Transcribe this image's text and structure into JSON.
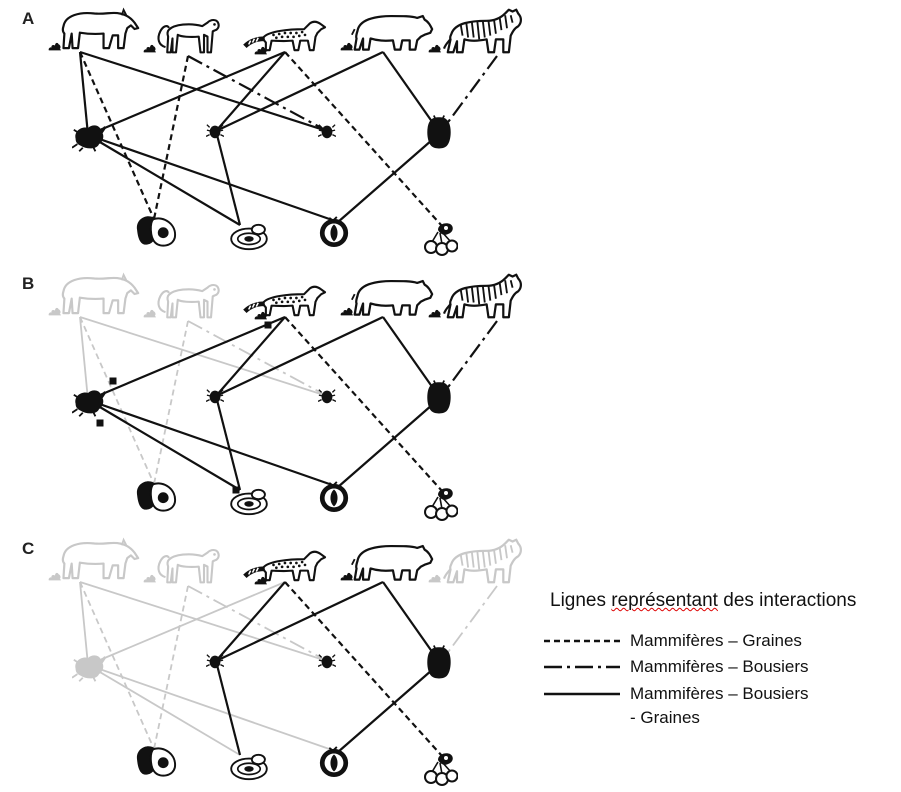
{
  "panels": [
    {
      "letter": "A",
      "faded_nodes": [],
      "active_links": "all"
    },
    {
      "letter": "B",
      "faded_nodes": [
        "tapir",
        "monkey"
      ],
      "active_links": "non-faded"
    },
    {
      "letter": "C",
      "faded_nodes": [
        "tapir",
        "monkey",
        "tiger",
        "beetle-1"
      ],
      "active_links": "non-faded"
    }
  ],
  "nodes": {
    "mammals": [
      "tapir",
      "monkey",
      "civet",
      "boar",
      "tiger"
    ],
    "beetles": [
      "beetle-1",
      "beetle-2",
      "beetle-3",
      "beetle-4"
    ],
    "seeds": [
      "seed-avocado",
      "seed-sliced",
      "seed-round",
      "seed-cherries"
    ]
  },
  "colors": {
    "active": "#111111",
    "faded": "#c8c8c8"
  },
  "legend": {
    "title_prefix": "Lignes ",
    "title_underlined": "représentant",
    "title_suffix": " des interactions",
    "items": [
      {
        "style": "dashed",
        "label": "Mammifères – Graines"
      },
      {
        "style": "dashdot",
        "label": "Mammifères – Bousiers"
      },
      {
        "style": "solid",
        "label_line1": "Mammifères – Bousiers",
        "label_line2": "- Graines"
      }
    ]
  }
}
